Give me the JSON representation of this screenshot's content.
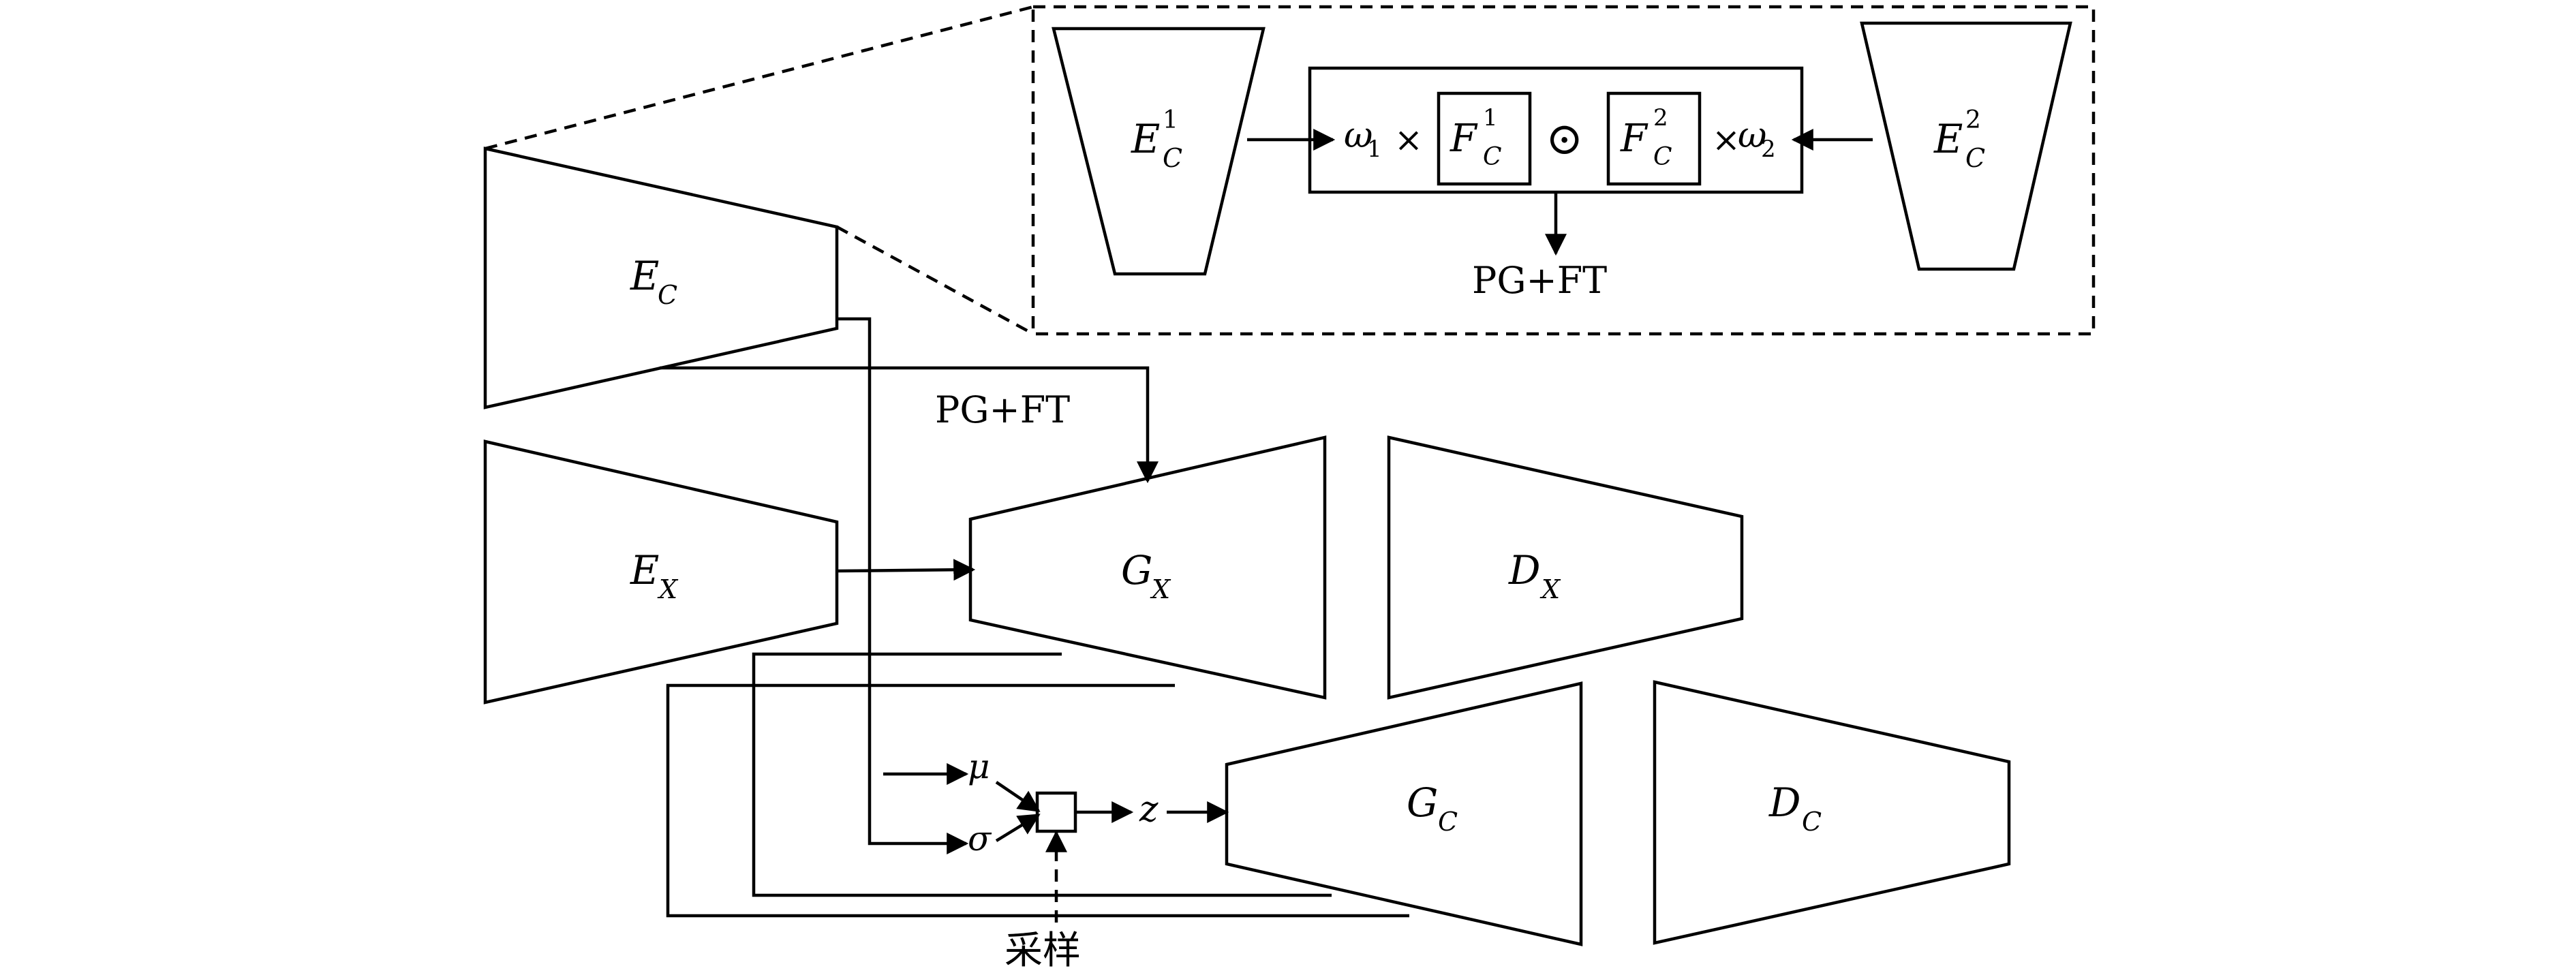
{
  "nodes": {
    "ec": {
      "base": "E",
      "sub": "C"
    },
    "ex": {
      "base": "E",
      "sub": "X"
    },
    "gx": {
      "base": "G",
      "sub": "X"
    },
    "dx": {
      "base": "D",
      "sub": "X"
    },
    "gc": {
      "base": "G",
      "sub": "C"
    },
    "dc": {
      "base": "D",
      "sub": "C"
    },
    "ec1": {
      "base": "E",
      "sup": "1",
      "sub": "C"
    },
    "ec2": {
      "base": "E",
      "sup": "2",
      "sub": "C"
    },
    "fc1": {
      "base": "F",
      "sup": "1",
      "sub": "C"
    },
    "fc2": {
      "base": "F",
      "sup": "2",
      "sub": "C"
    }
  },
  "fusion": {
    "w1": "ω",
    "w1_sub": "1",
    "times_left": "×",
    "odot": "⊙",
    "times_right": "×",
    "w2": "ω",
    "w2_sub": "2"
  },
  "labels": {
    "pgft_top": "PG+FT",
    "pgft_mid": "PG+FT",
    "mu": "μ",
    "sigma": "σ",
    "z": "z",
    "sampling": "采样"
  }
}
